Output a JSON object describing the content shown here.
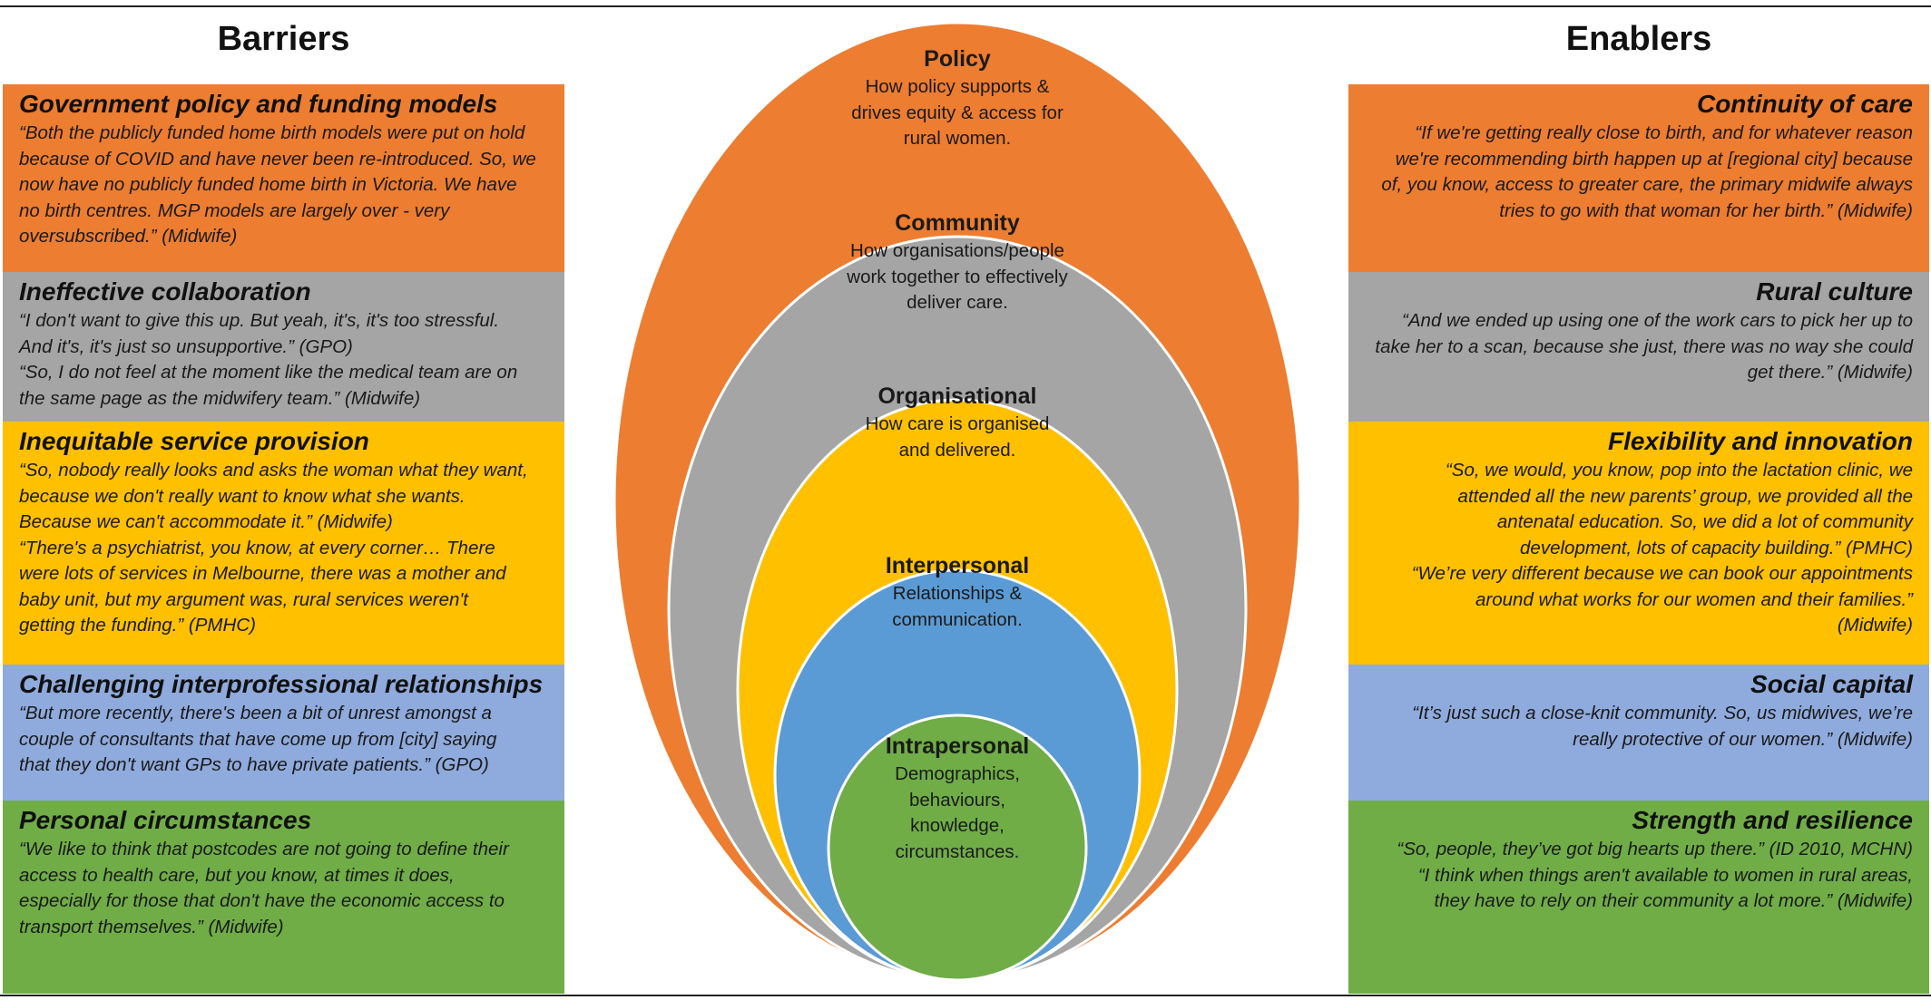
{
  "headers": {
    "barriers": "Barriers",
    "enablers": "Enablers"
  },
  "barriers": [
    {
      "title": "Government policy and funding models",
      "quote": "“Both the publicly funded home birth models were put on hold\nbecause of COVID and have never been re-introduced. So, we\nnow have no publicly funded home birth in Victoria. We have\nno birth centres. MGP models are largely over - very\noversubscribed.” (Midwife)"
    },
    {
      "title": "Ineffective collaboration",
      "quote": "“I don't want to give this up. But yeah, it's, it's too stressful.\nAnd it's, it's just so unsupportive.” (GPO)\n“So, I do not feel at the moment like the medical team are on\nthe same page as the midwifery team.” (Midwife)"
    },
    {
      "title": "Inequitable service provision",
      "quote": "“So, nobody really looks and asks the woman what they want,\nbecause we don't really want to know what she wants.\nBecause we can't accommodate it.” (Midwife)\n“There's a psychiatrist, you know, at every corner… There\nwere lots of services in Melbourne, there was a mother and\nbaby unit, but my argument was, rural services weren't\ngetting the funding.” (PMHC)"
    },
    {
      "title": "Challenging interprofessional relationships",
      "quote": "“But more recently, there's been a bit of unrest amongst a\ncouple of consultants that have come up from [city] saying\nthat they don't want GPs to have private patients.” (GPO)"
    },
    {
      "title": "Personal circumstances",
      "quote": "“We like to think that postcodes are not going to define their\naccess to health care, but you know, at times it does,\nespecially for those that don't have the economic access to\ntransport themselves.” (Midwife)"
    }
  ],
  "enablers": [
    {
      "title": "Continuity of care",
      "quote": "“If we're getting really close to birth, and for whatever reason\nwe're recommending birth happen up at [regional city] because\nof, you know, access to greater care, the primary midwife always\ntries to go with that woman for her birth.” (Midwife)"
    },
    {
      "title": "Rural culture",
      "quote": "“And we ended up using one of the work cars to pick her up to\ntake her to a scan, because she just, there was no way she could\nget there.” (Midwife)"
    },
    {
      "title": "Flexibility and innovation",
      "quote": "“So, we would, you know, pop into the lactation clinic, we\nattended all the new parents’ group, we provided all the\nantenatal education. So, we did a lot of community\ndevelopment, lots of capacity building.” (PMHC)\n“We’re very different because we can book our appointments\naround what works for our women and their families.”\n(Midwife)"
    },
    {
      "title": "Social capital",
      "quote": "“It’s just such a close-knit community. So, us midwives, we’re\nreally protective of our women.”  (Midwife)"
    },
    {
      "title": "Strength and resilience",
      "quote": "“So, people, they’ve got big hearts up there.” (ID 2010, MCHN)\n“I think when things aren't available to women in rural areas,\nthey have to rely on their community a lot more.” (Midwife)"
    }
  ],
  "levels": [
    {
      "title": "Policy",
      "desc": "How policy supports &\ndrives equity & access for\nrural women.",
      "color": "#ED7D31"
    },
    {
      "title": "Community",
      "desc": "How organisations/people\nwork together to effectively\ndeliver care.",
      "color": "#A5A5A5"
    },
    {
      "title": "Organisational",
      "desc": "How care is organised\nand delivered.",
      "color": "#FFC000"
    },
    {
      "title": "Interpersonal",
      "desc": "Relationships &\ncommunication.",
      "color": "#5B9BD5"
    },
    {
      "title": "Intrapersonal",
      "desc": "Demographics,\nbehaviours,\nknowledge,\ncircumstances.",
      "color": "#70AD47"
    }
  ]
}
